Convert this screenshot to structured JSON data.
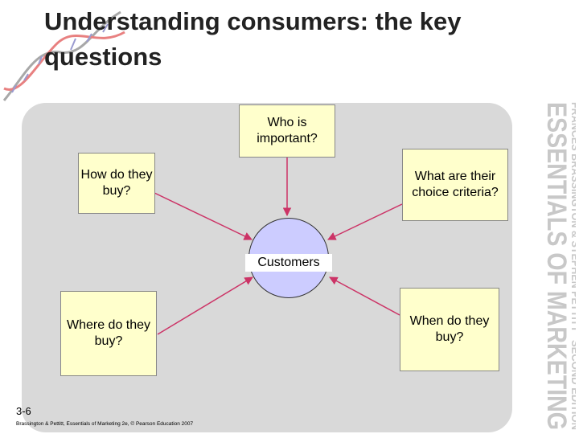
{
  "title": "Understanding consumers: the key questions",
  "nodes": {
    "who": "Who is important?",
    "how": "How do they buy?",
    "what": "What are their choice criteria?",
    "where": "Where do they buy?",
    "when": "When do they buy?",
    "center": "Customers"
  },
  "brand": {
    "book_title": "ESSENTIALS OF MARKETING",
    "authors": "FRANCES BRASSINGTON & STEPHEN PETTITT",
    "edition": "SECOND EDITION"
  },
  "slide_number": "3-6",
  "footer": "Brassington & Pettitt, Essentials of Marketing 2e, © Pearson Education 2007",
  "colors": {
    "box_fill": "#ffffcc",
    "center_fill": "#ccccff",
    "arrow": "#cc3366",
    "panel": "#d9d9d9",
    "brand_fill": "#c8c8c8"
  }
}
